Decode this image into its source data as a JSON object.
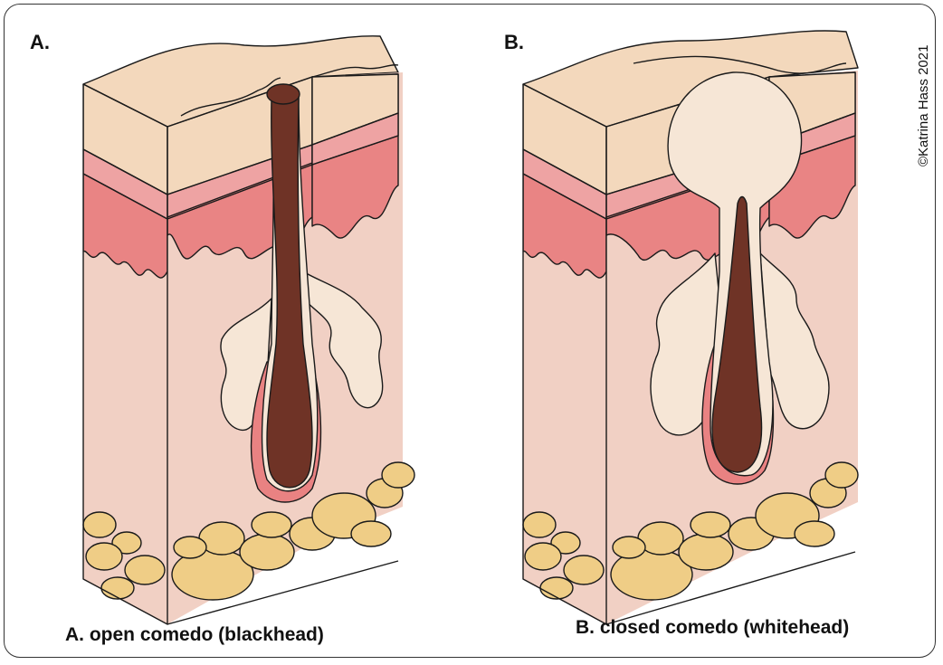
{
  "panels": [
    {
      "letter": "A.",
      "caption": "A. open comedo (blackhead)"
    },
    {
      "letter": "B.",
      "caption": "B. closed comedo (whitehead)"
    }
  ],
  "credit": "©Katrina Hass 2021",
  "colors": {
    "epidermis": "#f3d8bc",
    "pink_band": "#eea3a3",
    "dermis_red": "#e98484",
    "dermis": "#f1d0c4",
    "sebum": "#f6e6d6",
    "follicle_lining": "#e98282",
    "plug": "#6f3326",
    "fat_cell": "#efcd86",
    "outline": "#1a1a1a"
  }
}
